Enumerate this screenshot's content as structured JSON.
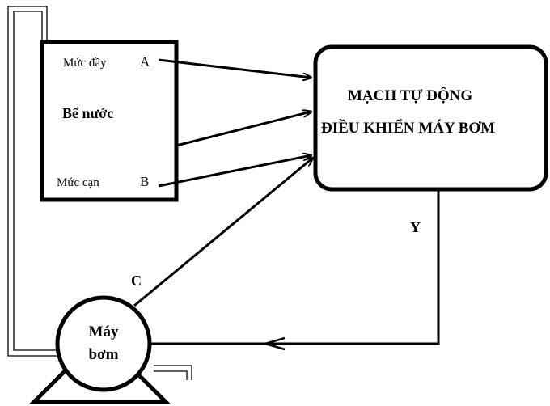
{
  "tank": {
    "title": "Bể nước",
    "full_label": "Mức đầy",
    "full_point": "A",
    "low_label": "Mức cạn",
    "low_point": "B"
  },
  "controller": {
    "line1": "MẠCH TỰ ĐỘNG",
    "line2": "ĐIỀU KHIỂN MÁY BƠM"
  },
  "pump": {
    "line1": "Máy",
    "line2": "bơm",
    "sensor_point": "C"
  },
  "output_signal": "Y"
}
